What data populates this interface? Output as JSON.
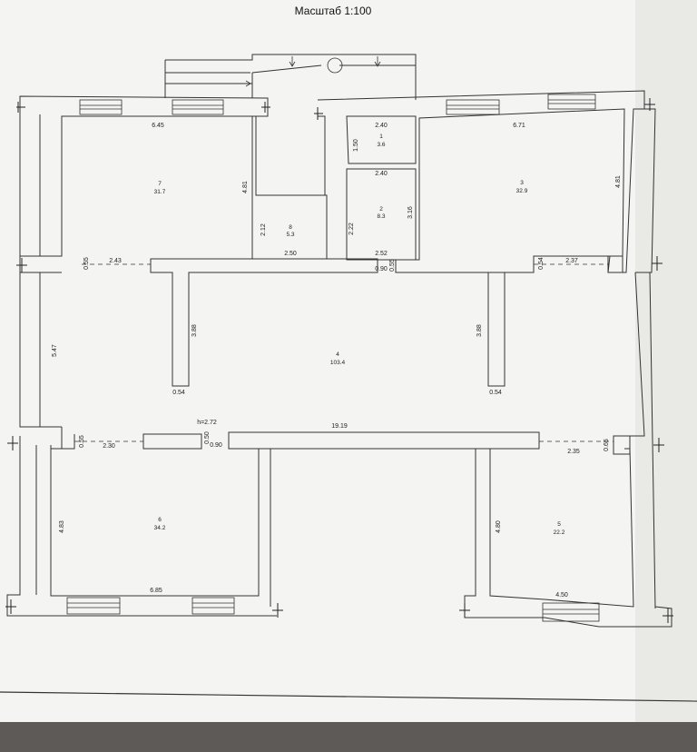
{
  "sheet": {
    "title": "Масштаб 1:100"
  },
  "rooms": [
    {
      "num": "1",
      "area": "3.6"
    },
    {
      "num": "2",
      "area": "8.3"
    },
    {
      "num": "3",
      "area": "32.9"
    },
    {
      "num": "4",
      "area": "103.4"
    },
    {
      "num": "5",
      "area": "22.2"
    },
    {
      "num": "6",
      "area": "34.2"
    },
    {
      "num": "7",
      "area": "31.7"
    },
    {
      "num": "8",
      "area": "5.3"
    }
  ],
  "dimensions": {
    "top_left_width": "6.45",
    "top_right_width": "6.71",
    "room1_width": "2.40",
    "room1_height": "1.50",
    "room2_width": "2.40",
    "room2_height": "2.22",
    "room2_side": "3.16",
    "room2_bottom": "2.52",
    "room7_height": "4.81",
    "room3_height": "4.81",
    "room8_height": "2.12",
    "room8_width": "2.50",
    "left_opening": "2.43",
    "left_opening_small": "0.55",
    "center_opening": "0.90",
    "center_opening_small": "0.55",
    "right_opening": "2.37",
    "right_opening_small": "0.54",
    "hall_left_pillar": "3.88",
    "hall_right_pillar": "3.88",
    "hall_left_pillar_w": "0.54",
    "hall_right_pillar_w": "0.54",
    "hall_left_height": "5.47",
    "ceiling_height": "h=2.72",
    "hall_width": "19.19",
    "lower_left_small": "0.55",
    "lower_left_opening": "2.30",
    "lower_center_small": "0.50",
    "lower_center_opening": "0.90",
    "lower_right_opening": "2.35",
    "lower_right_small": "0.65",
    "room6_height": "4.83",
    "room6_width": "6.85",
    "room5_height": "4.80",
    "room5_width": "4.50"
  }
}
